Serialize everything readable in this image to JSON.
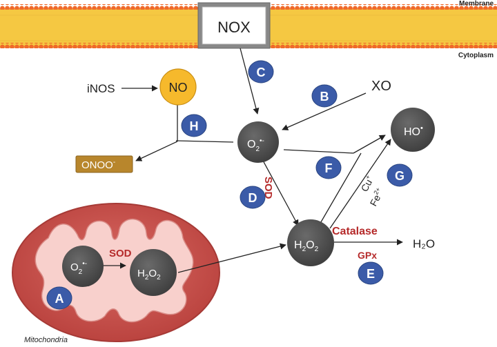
{
  "membrane": {
    "top_label": "Membrane",
    "bottom_label": "Cytoplasm"
  },
  "nox": {
    "label": "NOX"
  },
  "inos": {
    "label": "iNOS"
  },
  "no": {
    "label": "NO"
  },
  "xo": {
    "label": "XO"
  },
  "peroxynitrite": {
    "base": "ONOO",
    "charge": "-"
  },
  "superoxide": {
    "base": "O",
    "sub": "2",
    "sup": "•-"
  },
  "hydroxyl": {
    "base": "HO",
    "sup": "•"
  },
  "h2o2": {
    "h": "H",
    "sub1": "2",
    "o": "O",
    "sub2": "2"
  },
  "water": {
    "label": "H₂O"
  },
  "enzymes": {
    "sod": "SOD",
    "catalase": "Catalase",
    "gpx": "GPx"
  },
  "metals": {
    "cu": "Cu",
    "cu_sup": "+",
    "fe": "Fe",
    "fe_sup": "2+"
  },
  "mitochondria": {
    "label": "Mitochondria"
  },
  "markers": [
    "A",
    "B",
    "C",
    "D",
    "E",
    "F",
    "G",
    "H"
  ],
  "colors": {
    "membrane": "#f5c842",
    "membrane_beads": "#ef6a2a",
    "node_dark": "#555555",
    "node_yellow": "#f6b92c",
    "onoo_fill": "#b8862c",
    "marker_blue": "#3b5ba8",
    "enzyme_red": "#b52a2a",
    "mito_outer": "#c95753",
    "mito_inner": "#f8d0cc"
  }
}
